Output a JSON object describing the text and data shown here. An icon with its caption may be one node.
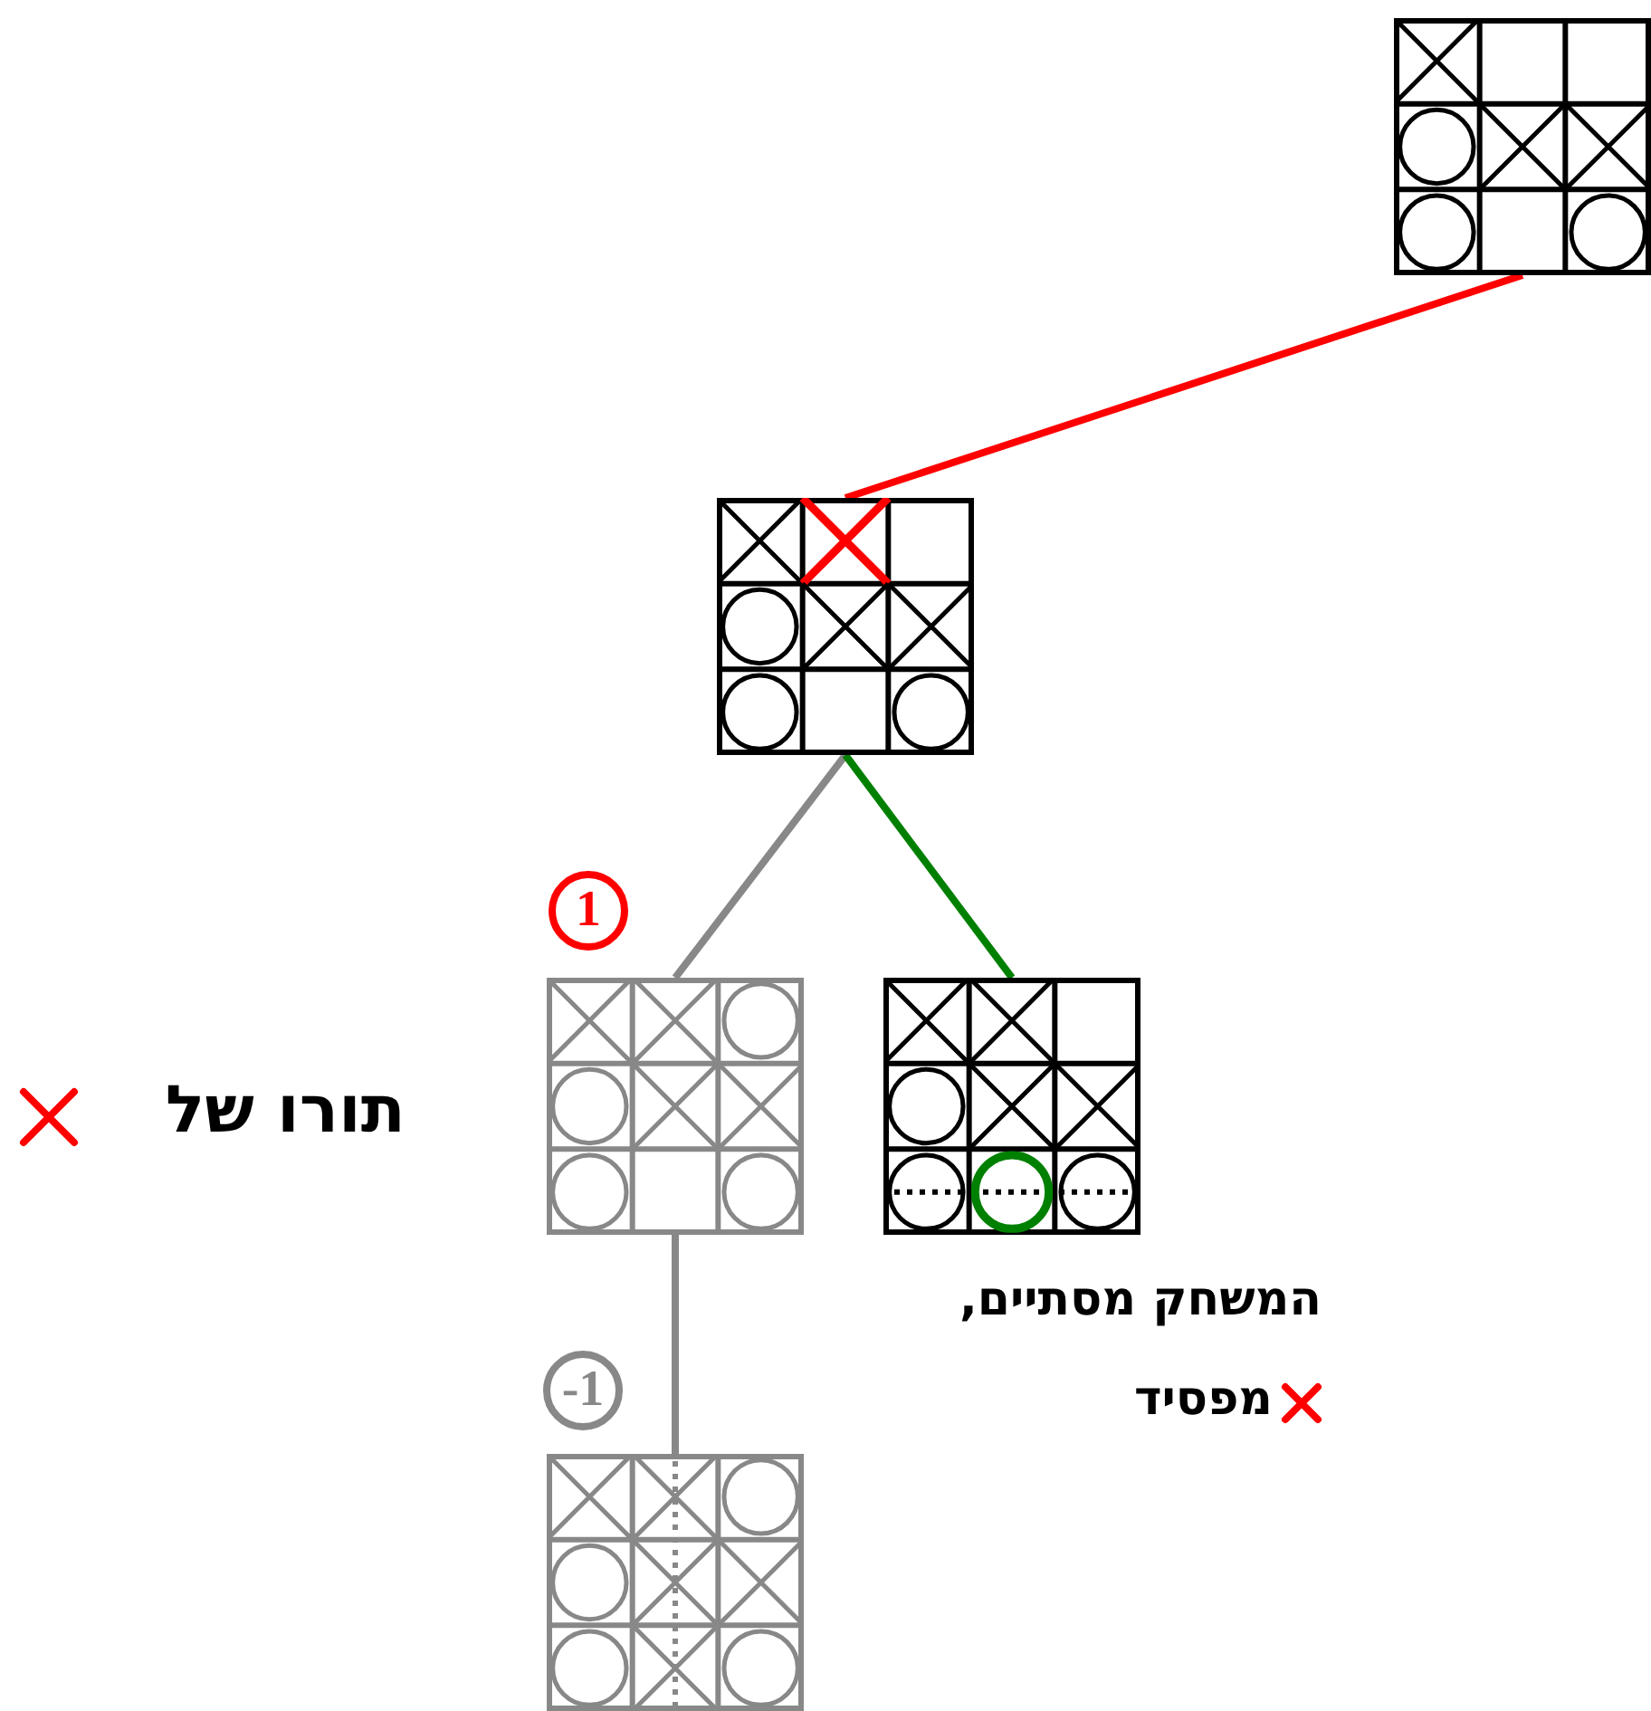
{
  "diagram": {
    "nodes": [
      {
        "text": [],
        "shape": "picture"
      },
      {
        "text": [],
        "shape": "picture"
      },
      {
        "text": [],
        "shape": "picture",
        "beside": [
          "1"
        ]
      },
      {
        "text": [],
        "shape": "picture",
        "beside": [
          "המשחק מסתיים,",
          "מפסיד"
        ]
      },
      {
        "text": [],
        "shape": "picture",
        "beside": [
          "-1"
        ]
      }
    ],
    "edges": [
      {
        "from": 0,
        "to": 1,
        "arrow": "none",
        "color": "#ff0000"
      },
      {
        "from": 1,
        "to": 2,
        "arrow": "none",
        "color": "#888888"
      },
      {
        "from": 1,
        "to": 3,
        "arrow": "none",
        "color": "#008000"
      },
      {
        "from": 2,
        "to": 4,
        "arrow": "none",
        "color": "#888888"
      }
    ],
    "labels": [
      "תורו של"
    ]
  }
}
